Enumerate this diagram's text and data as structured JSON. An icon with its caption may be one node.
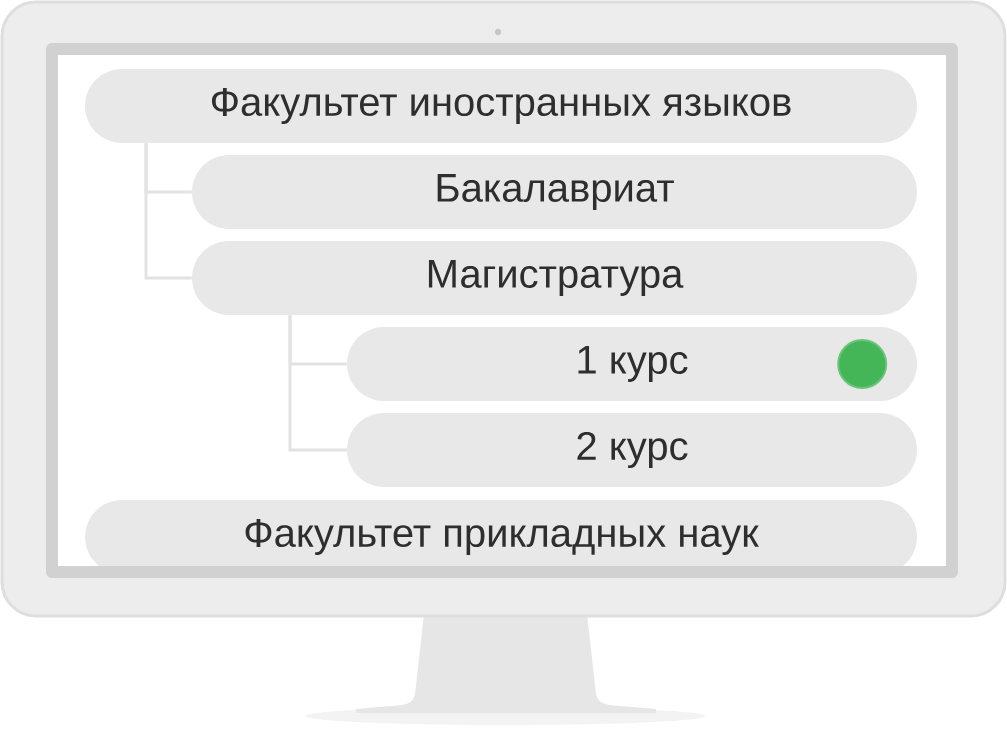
{
  "diagram": {
    "nodes": [
      {
        "text": [
          "Факультет иностранных языков"
        ]
      },
      {
        "text": [
          "Бакалавриат"
        ]
      },
      {
        "text": [
          "Магистратура"
        ]
      },
      {
        "text": [
          "1 курс"
        ]
      },
      {
        "text": [
          "2 курс"
        ]
      },
      {
        "text": [
          "Факультет прикладных наук"
        ]
      }
    ],
    "edges": [
      {
        "from": 0,
        "to": 1,
        "arrow": "none"
      },
      {
        "from": 0,
        "to": 2,
        "arrow": "none"
      },
      {
        "from": 2,
        "to": 3,
        "arrow": "none"
      },
      {
        "from": 2,
        "to": 4,
        "arrow": "none"
      }
    ]
  }
}
